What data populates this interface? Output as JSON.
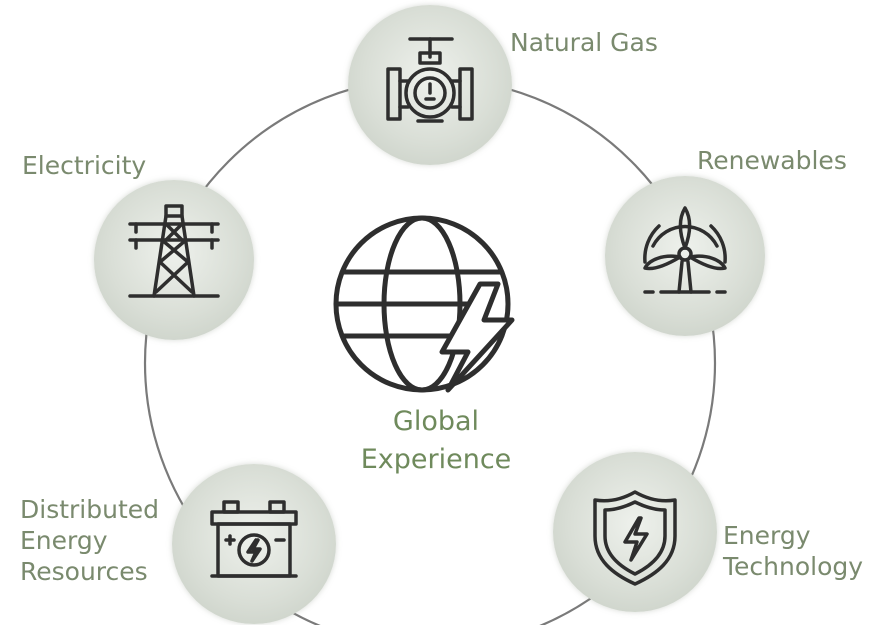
{
  "center": {
    "line1": "Global",
    "line2": "Experience",
    "icon": "globe-lightning-icon"
  },
  "nodes": {
    "natural_gas": {
      "label": "Natural Gas",
      "icon": "gas-valve-icon"
    },
    "renewables": {
      "label": "Renewables",
      "icon": "wind-turbine-icon"
    },
    "energy_technology": {
      "line1": "Energy",
      "line2": "Technology",
      "icon": "shield-bolt-icon"
    },
    "distributed": {
      "line1": "Distributed",
      "line2": "Energy",
      "line3": "Resources",
      "icon": "battery-icon"
    },
    "electricity": {
      "label": "Electricity",
      "icon": "transmission-tower-icon"
    }
  },
  "colors": {
    "label_text": "#7a8a6e",
    "center_text": "#6f8a5c",
    "icon_stroke": "#2e2e2e",
    "ring": "#7a7a7a",
    "node_fill": "#d9ded6"
  }
}
